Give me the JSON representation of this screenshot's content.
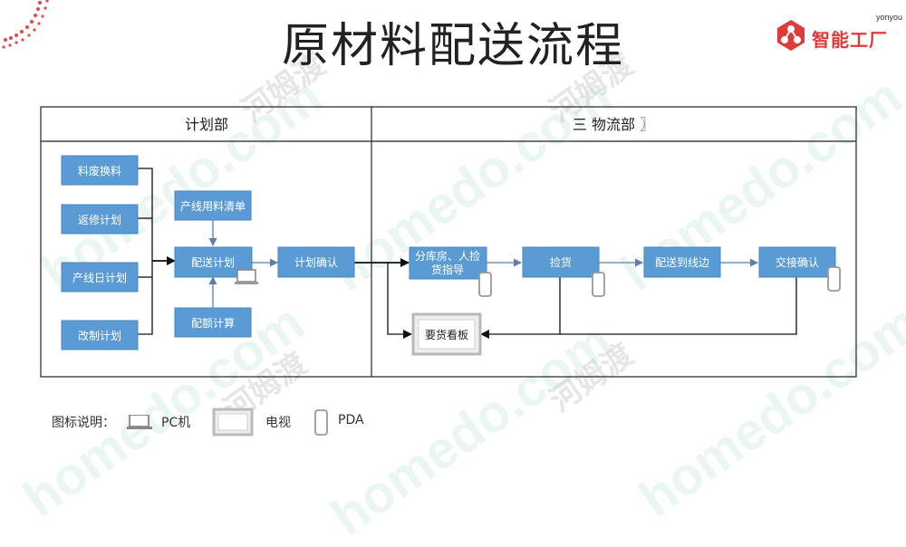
{
  "title": "原材料配送流程",
  "logo": {
    "brand": "智能工厂",
    "sub": "yonyou"
  },
  "watermark": {
    "text": "homedo.com",
    "cn": "河姆渡"
  },
  "lanes": [
    {
      "title": "计划部"
    },
    {
      "title": "三  物流部 〗"
    }
  ],
  "boxes": {
    "waste": "料废换料",
    "repair": "返修计划",
    "daily": "产线日计划",
    "rework": "改制计划",
    "bom": "产线用料清单",
    "plan": "配送计划",
    "quota": "配额计算",
    "confirm": "计划确认",
    "guide_l1": "分库房、人捡",
    "guide_l2": "货指导",
    "pick": "捡货",
    "deliver": "配送到线边",
    "handover": "交接确认",
    "board": "要货看板"
  },
  "legend": {
    "label": "图标说明：",
    "pc": "PC机",
    "tv": "电视",
    "pda": "PDA"
  }
}
